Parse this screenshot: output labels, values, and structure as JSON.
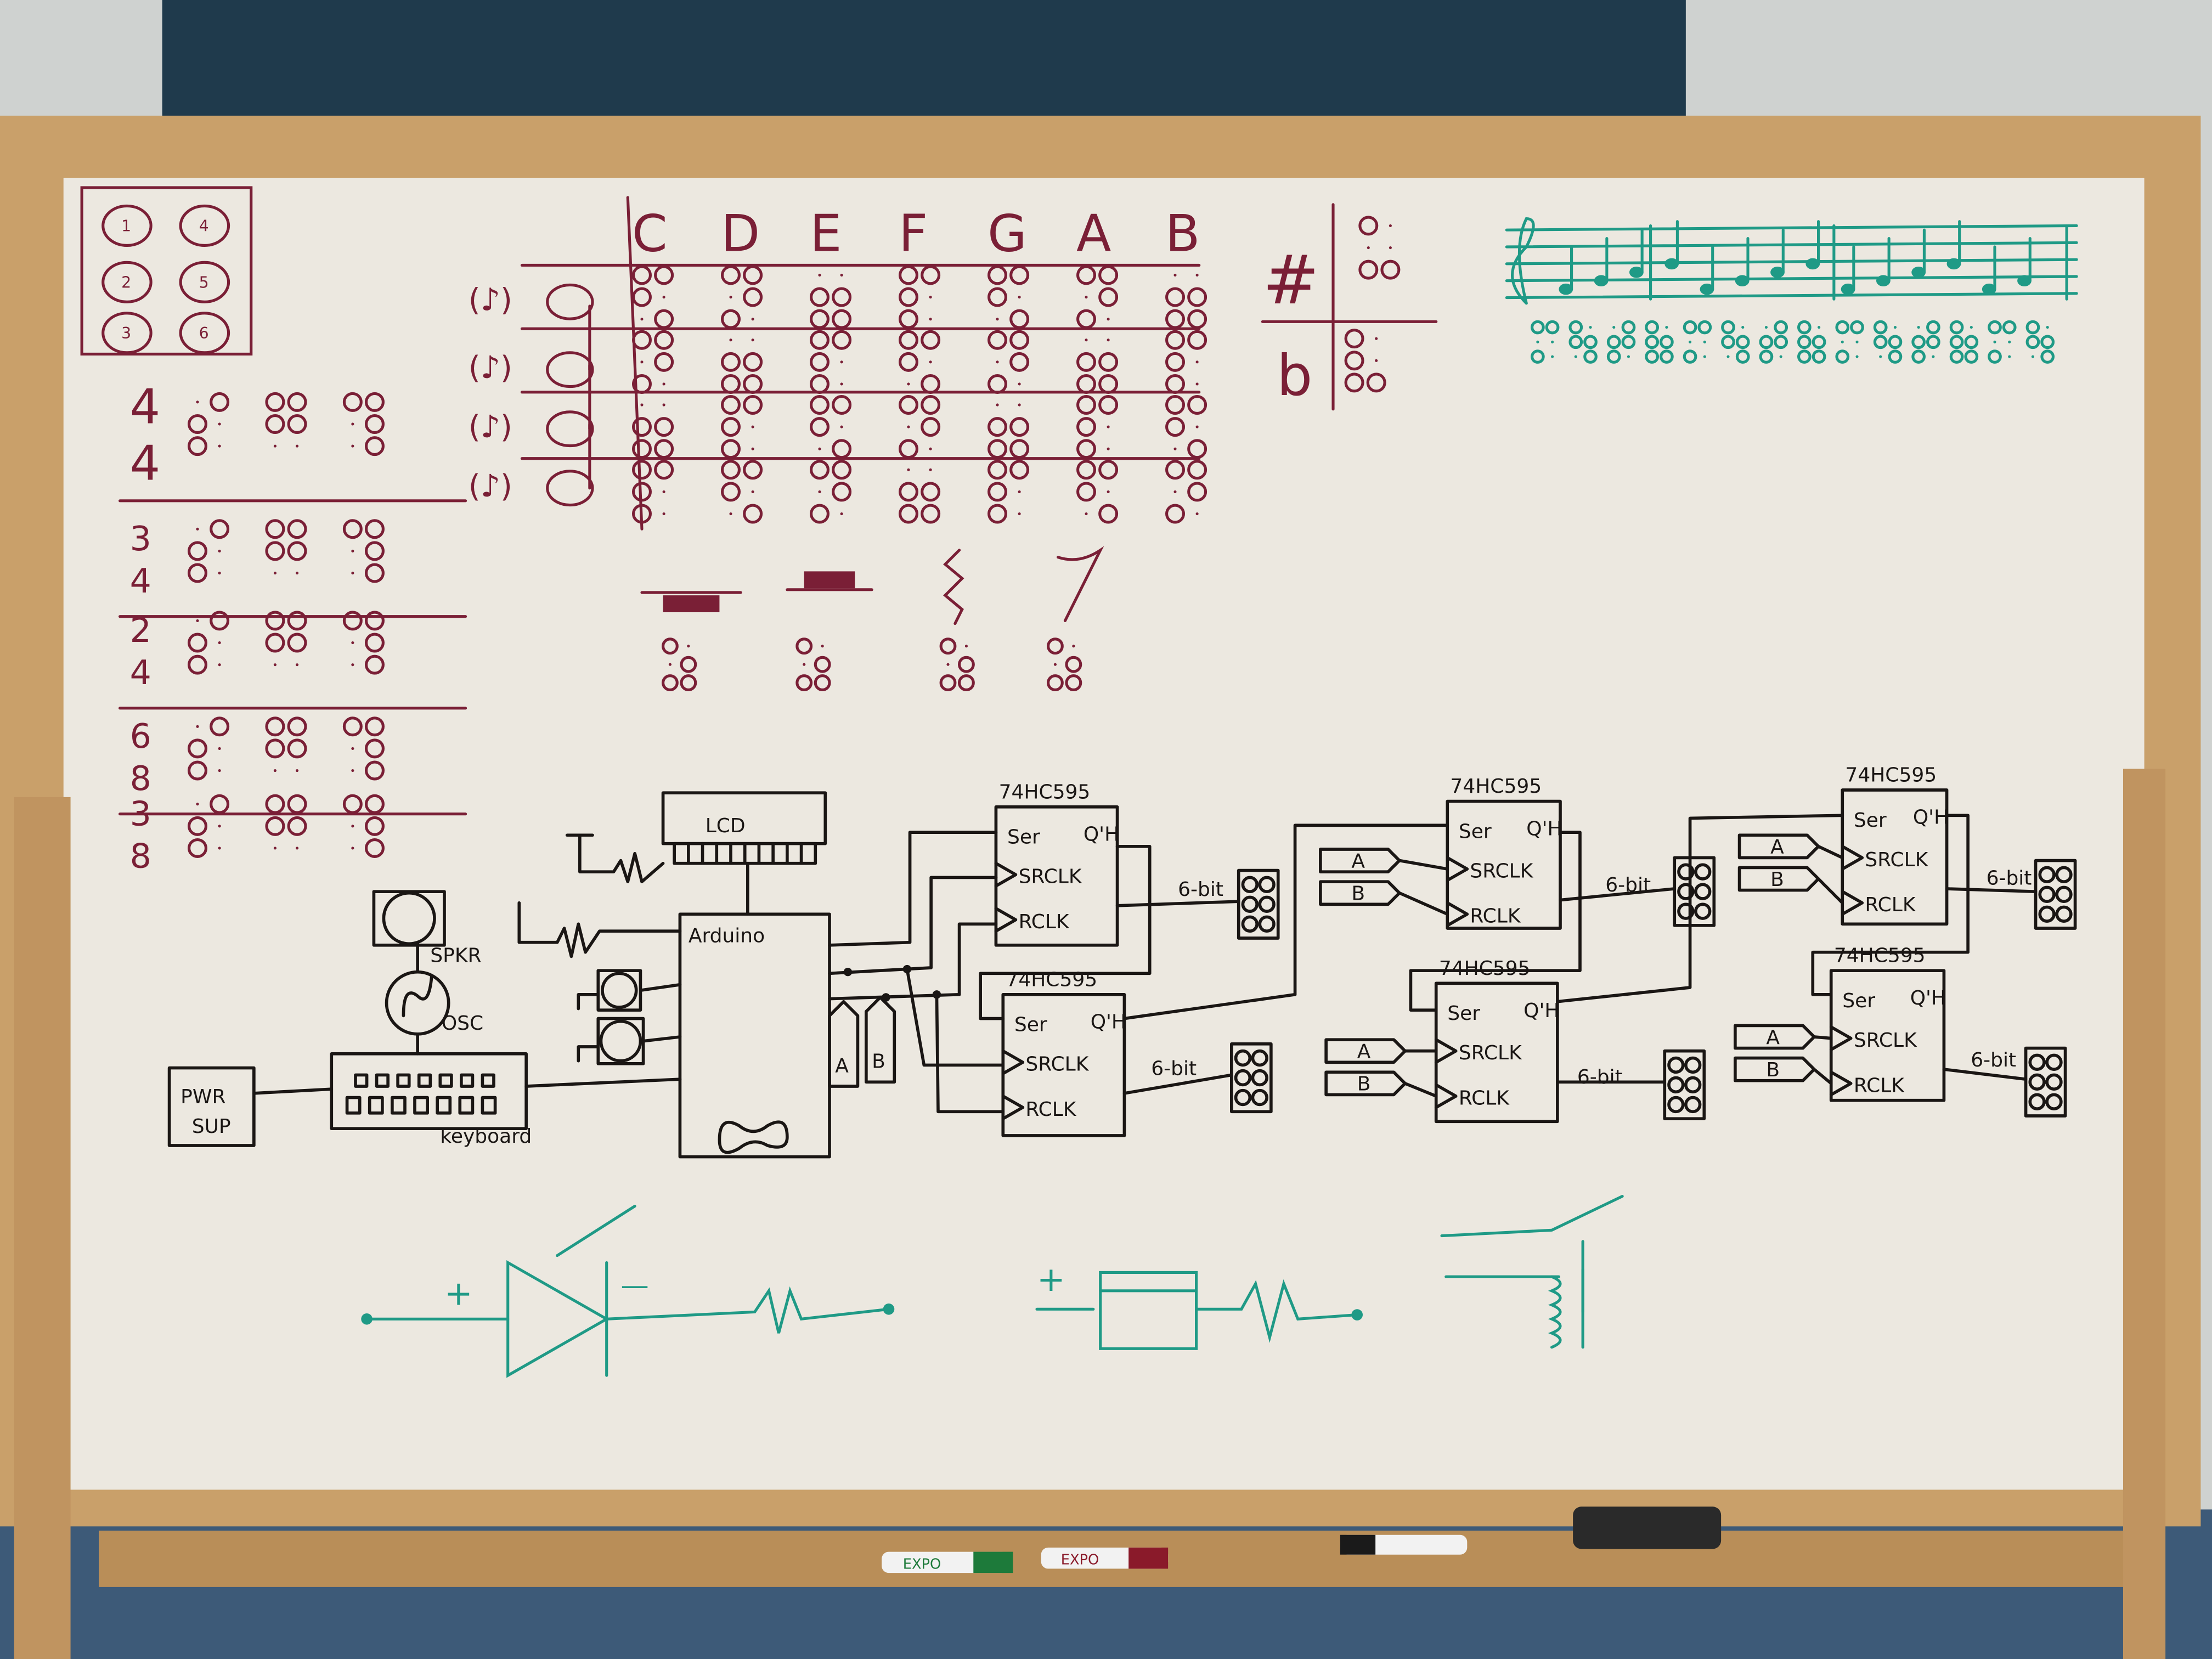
{
  "colors": {
    "black_marker": "#1a1614",
    "red_marker": "#7a1f36",
    "green_marker": "#1f9a86",
    "board": "#ece8e0",
    "frame": "#c9a06a"
  },
  "braille_legend": {
    "cells": [
      "1",
      "2",
      "3",
      "4",
      "5",
      "6"
    ]
  },
  "time_signatures": [
    {
      "top": "4",
      "bottom": "4"
    },
    {
      "top": "3",
      "bottom": "4"
    },
    {
      "top": "2",
      "bottom": "4"
    },
    {
      "top": "6",
      "bottom": "8"
    },
    {
      "top": "3",
      "bottom": "8"
    }
  ],
  "note_table": {
    "columns": [
      "C",
      "D",
      "E",
      "F",
      "G",
      "A",
      "B"
    ],
    "rows": 4
  },
  "accidentals": {
    "sharp": "#",
    "flat": "b"
  },
  "circuit": {
    "lcd": "LCD",
    "arduino": "Arduino",
    "power_supply": [
      "PWR",
      "SUP"
    ],
    "speaker": "SPKR",
    "oscillator": "OSC",
    "keyboard": "keyboard",
    "shift_register": {
      "part": "74HC595",
      "ser": "Ser",
      "qh": "Q'H",
      "srclk": "SRCLK",
      "rclk": "RCLK"
    },
    "output_label": "6-bit",
    "input_a": "A",
    "input_b": "B"
  },
  "components": {
    "plus": "+",
    "minus": "—"
  },
  "tray": {
    "marker_brand": "EXPO"
  }
}
